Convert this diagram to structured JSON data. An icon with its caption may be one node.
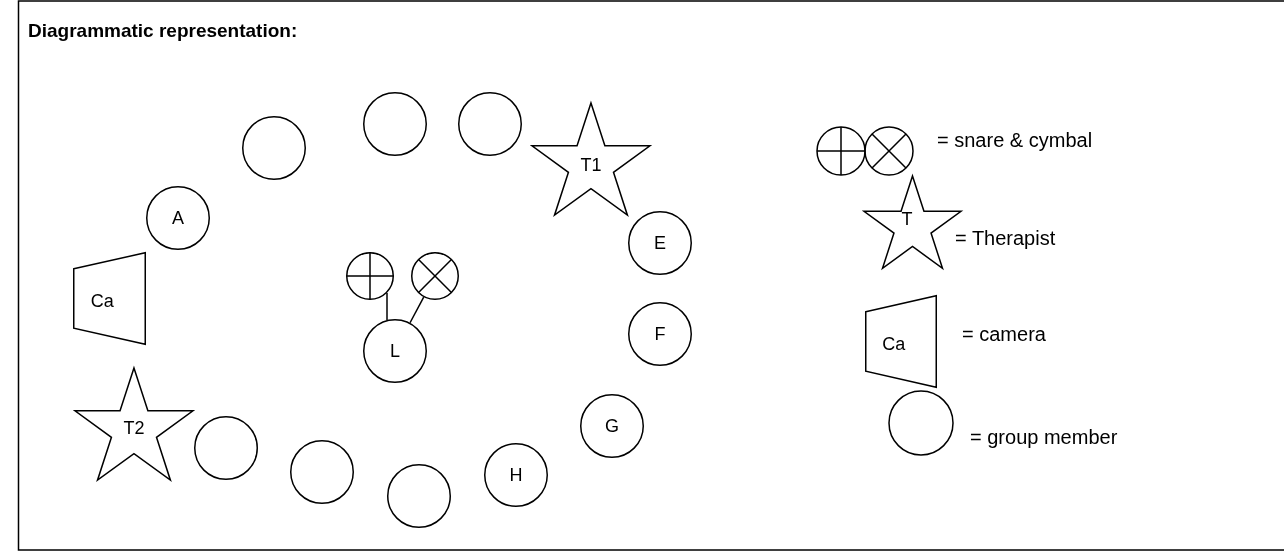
{
  "diagram": {
    "title": "Diagrammatic representation:",
    "nodes": [
      {
        "text": [],
        "shape": "circle"
      },
      {
        "text": [],
        "shape": "circle"
      },
      {
        "text": [],
        "shape": "circle"
      },
      {
        "text": [
          "T1"
        ]
      },
      {
        "text": [
          "A"
        ]
      },
      {
        "text": [
          "E"
        ]
      },
      {
        "text": [],
        "shape": "circle"
      },
      {
        "text": [],
        "shape": "circle"
      },
      {
        "text": [
          "Ca"
        ]
      },
      {
        "text": [
          "F"
        ]
      },
      {
        "text": [
          "L"
        ]
      },
      {
        "text": [
          "T2"
        ]
      },
      {
        "text": [
          "G"
        ]
      },
      {
        "text": [],
        "shape": "circle"
      },
      {
        "text": [],
        "shape": "circle"
      },
      {
        "text": [
          "H"
        ]
      },
      {
        "text": [],
        "shape": "circle"
      },
      {
        "text": [
          "T"
        ]
      },
      {
        "text": [
          "Ca"
        ]
      }
    ],
    "edges": [
      {
        "from": 10,
        "to": 6,
        "arrow": "none"
      },
      {
        "from": 10,
        "to": 7,
        "arrow": "none"
      }
    ],
    "legend": [
      {
        "text": "= snare & cymbal"
      },
      {
        "text": "= Therapist"
      },
      {
        "text": "= camera"
      },
      {
        "text": "= group member"
      }
    ]
  }
}
